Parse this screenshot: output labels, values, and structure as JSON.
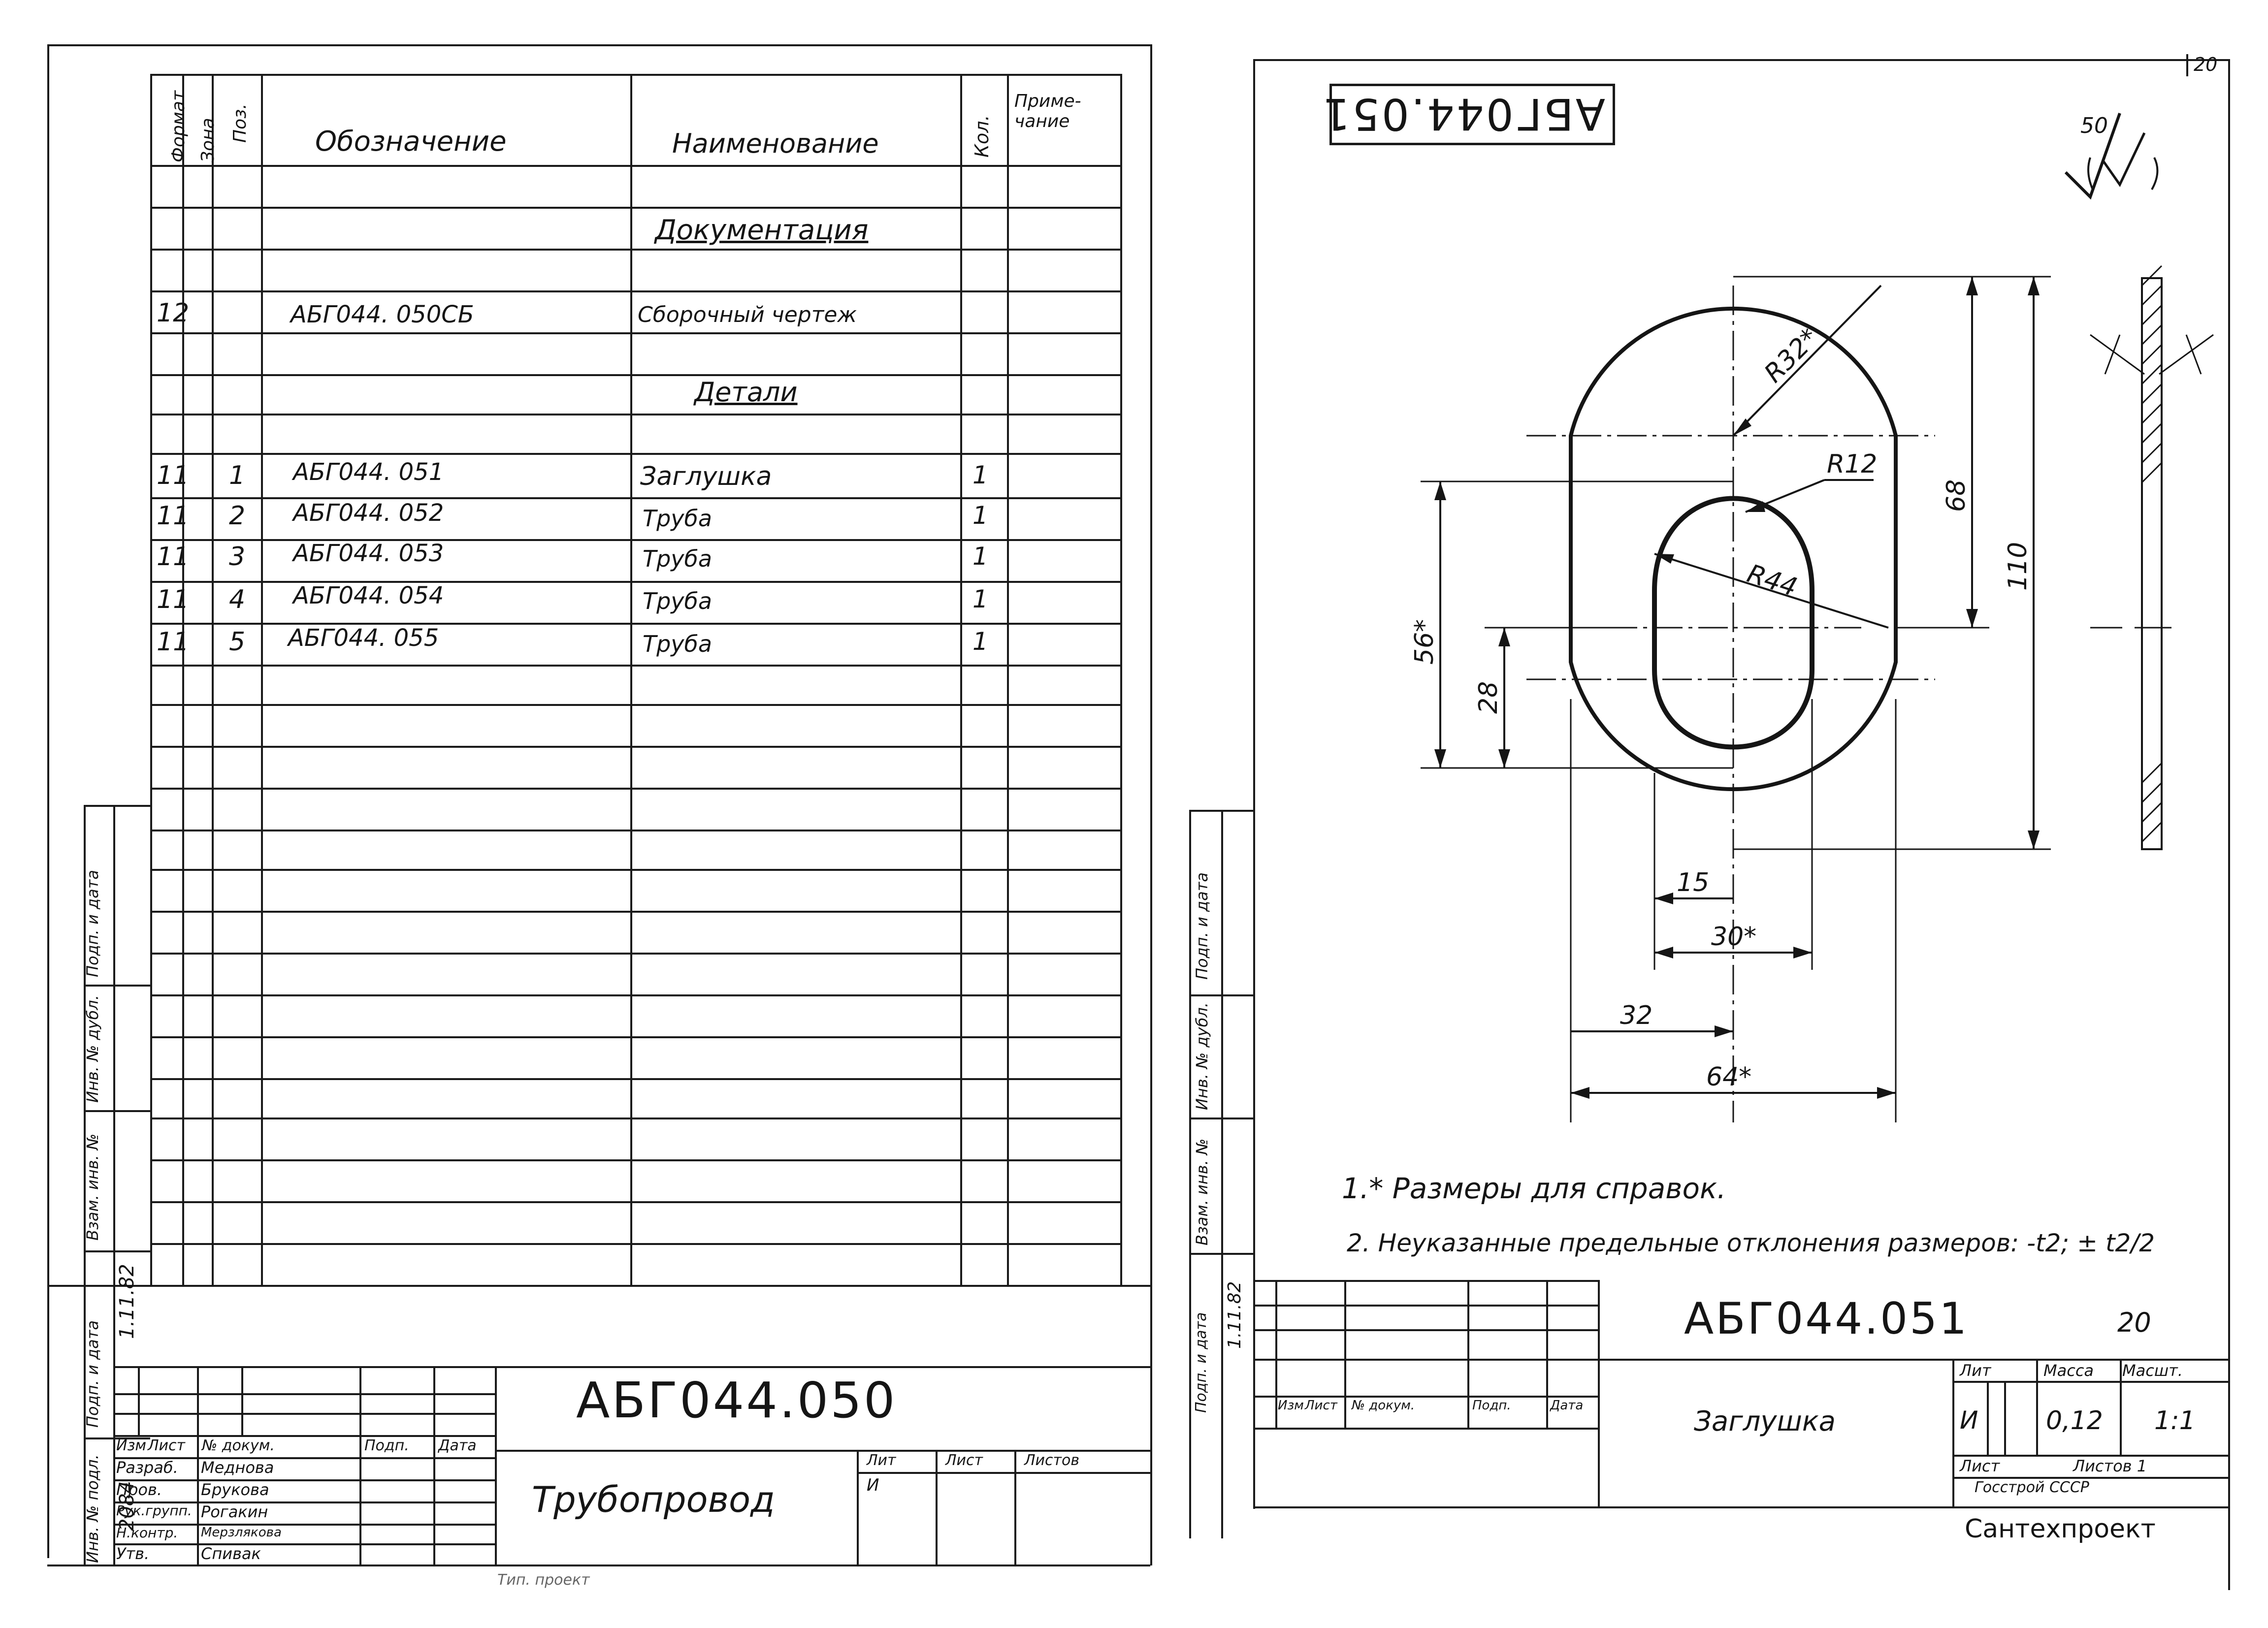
{
  "spec_sheet": {
    "headers": {
      "format": "Формат",
      "zone": "Зона",
      "pos": "Поз.",
      "designation": "Обозначение",
      "name": "Наименование",
      "qty": "Кол.",
      "note": "Приме-чание"
    },
    "section_docs": "Документация",
    "section_details": "Детали",
    "rows": [
      {
        "format": "12",
        "pos": "",
        "designation": "АБГ044. 050СБ",
        "name": "Сборочный чертеж",
        "qty": ""
      },
      {
        "format": "11",
        "pos": "1",
        "designation": "АБГ044. 051",
        "name": "Заглушка",
        "qty": "1"
      },
      {
        "format": "11",
        "pos": "2",
        "designation": "АБГ044. 052",
        "name": "Труба",
        "qty": "1"
      },
      {
        "format": "11",
        "pos": "3",
        "designation": "АБГ044. 053",
        "name": "Труба",
        "qty": "1"
      },
      {
        "format": "11",
        "pos": "4",
        "designation": "АБГ044. 054",
        "name": "Труба",
        "qty": "1"
      },
      {
        "format": "11",
        "pos": "5",
        "designation": "АБГ044. 055",
        "name": "Труба",
        "qty": "1"
      }
    ],
    "side_labels": [
      "Подп. и дата",
      "Инв. № дубл.",
      "Взам. инв. №",
      "Подп. и дата",
      "Инв. № подл."
    ],
    "side_values": {
      "date": "1.11.82",
      "inv": "2084"
    },
    "title_block": {
      "code": "АБГ044.050",
      "name": "Трубопровод",
      "col_headers": [
        "Изм",
        "Лист",
        "№ докум.",
        "Подп.",
        "Дата"
      ],
      "roles": [
        "Разраб.",
        "Пров.",
        "Рук.групп.",
        "Н.контр.",
        "Утв."
      ],
      "people": [
        "Меднова",
        "Брукова",
        "Рогакин",
        "Мерзлякова",
        "Спивак"
      ],
      "lit": "Лит",
      "sheet": "Лист",
      "sheets": "Листов",
      "lit_value": "И",
      "bottom_note": "Тип. проект"
    }
  },
  "drawing_sheet": {
    "page_number": "20",
    "mirrored_code": "АБГ044.051",
    "roughness": "50",
    "dimensions": {
      "r32": "R32*",
      "r12": "R12",
      "r44": "R44",
      "d68": "68",
      "d110": "110",
      "d56": "56*",
      "d28": "28",
      "d15": "15",
      "d30": "30*",
      "d32": "32",
      "d64": "64*"
    },
    "notes": [
      "1.* Размеры для справок.",
      "2. Неуказанные предельные отклонения размеров: -t2; ± t2/2"
    ],
    "side_labels": [
      "Подп. и дата",
      "Инв. № дубл.",
      "Взам. инв. №",
      "Подп. и дата"
    ],
    "side_date": "1.11.82",
    "title_block": {
      "code": "АБГ044.051",
      "sheet_mark": "20",
      "name": "Заглушка",
      "col_headers": [
        "Изм",
        "Лист",
        "№ докум.",
        "Подп.",
        "Дата"
      ],
      "lit": "Лит",
      "mass": "Масса",
      "scale": "Масшт.",
      "lit_value": "И",
      "mass_value": "0,12",
      "scale_value": "1:1",
      "sheet": "Лист",
      "sheets": "Листов 1",
      "org1": "Госстрой СССР",
      "org2": "Сантехпроект"
    }
  }
}
